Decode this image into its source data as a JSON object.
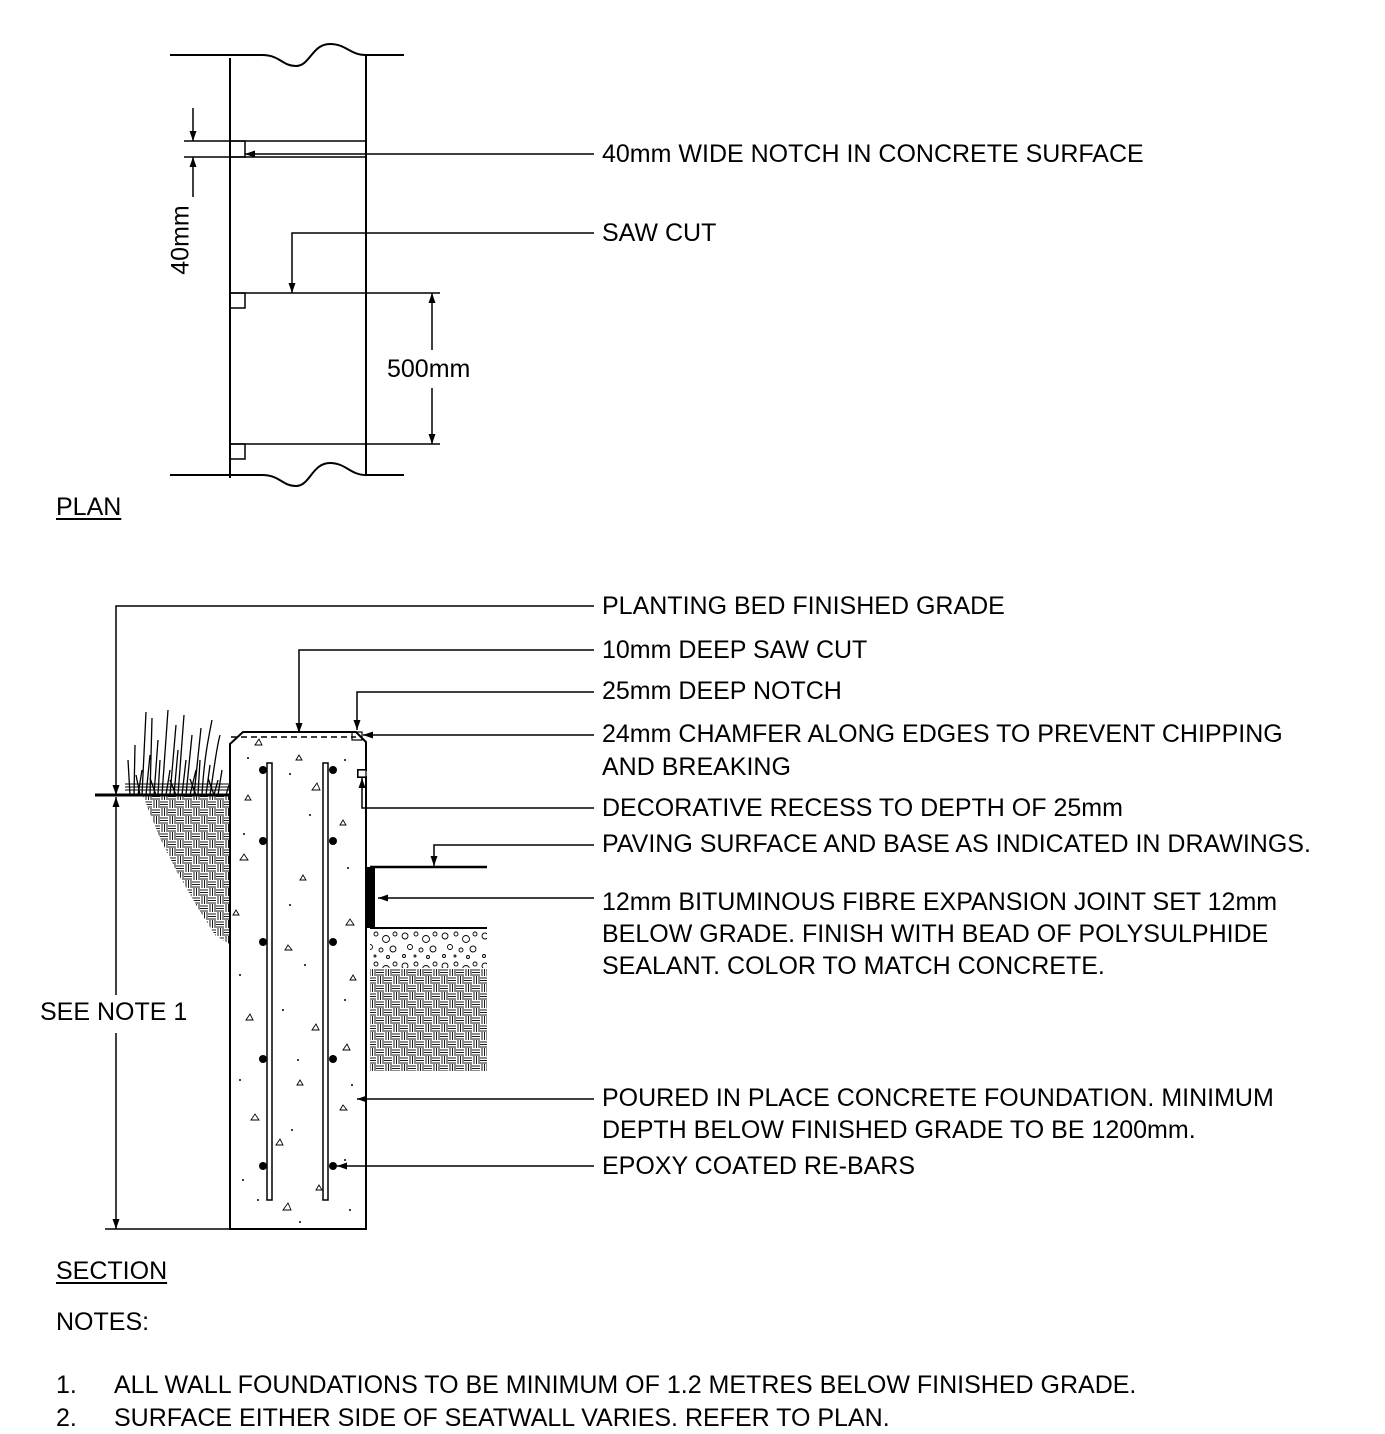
{
  "plan": {
    "title": "PLAN",
    "dim_40": "40mm",
    "dim_500": "500mm",
    "labels": {
      "notch": "40mm WIDE NOTCH IN CONCRETE SURFACE",
      "saw_cut": "SAW CUT"
    }
  },
  "section": {
    "title": "SECTION",
    "see_note": "SEE NOTE 1",
    "labels": {
      "planting_bed": "PLANTING BED FINISHED GRADE",
      "deep_saw_cut": "10mm DEEP SAW CUT",
      "deep_notch": "25mm DEEP NOTCH",
      "chamfer_line1": "24mm CHAMFER ALONG EDGES TO PREVENT CHIPPING",
      "chamfer_line2": "AND BREAKING",
      "recess": "DECORATIVE RECESS TO DEPTH OF 25mm",
      "paving": "PAVING SURFACE AND BASE AS INDICATED IN DRAWINGS.",
      "joint_line1": "12mm BITUMINOUS FIBRE EXPANSION JOINT SET 12mm",
      "joint_line2": "BELOW GRADE. FINISH WITH BEAD OF POLYSULPHIDE",
      "joint_line3": "SEALANT. COLOR TO MATCH CONCRETE.",
      "foundation_line1": "POURED IN PLACE CONCRETE FOUNDATION.  MINIMUM",
      "foundation_line2": "DEPTH BELOW FINISHED GRADE TO BE 1200mm.",
      "rebars": "EPOXY COATED RE-BARS"
    }
  },
  "notes": {
    "title": "NOTES:",
    "items": [
      {
        "num": "1.",
        "text": "ALL WALL FOUNDATIONS TO BE MINIMUM OF 1.2 METRES BELOW FINISHED GRADE."
      },
      {
        "num": "2.",
        "text": "SURFACE EITHER SIDE OF SEATWALL VARIES. REFER TO PLAN."
      }
    ]
  }
}
